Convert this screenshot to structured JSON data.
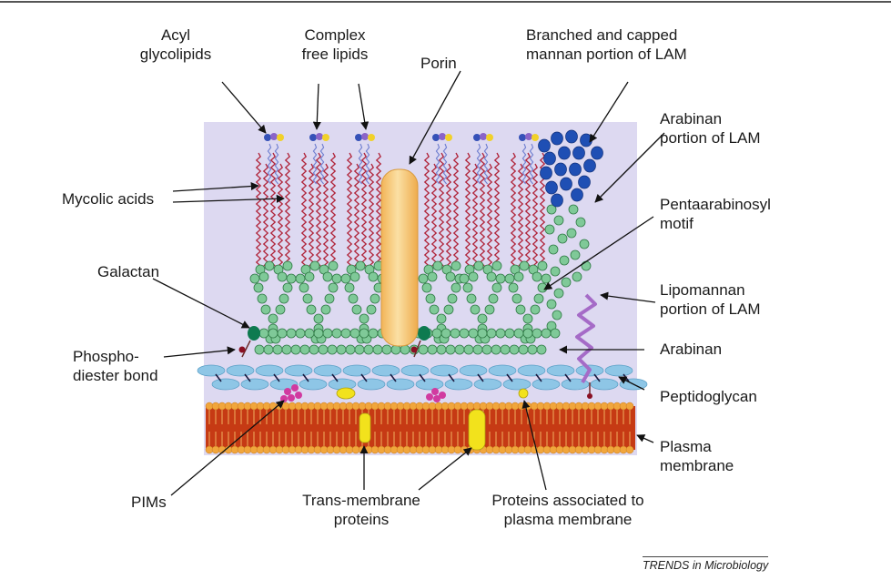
{
  "labels": {
    "acyl_glycolipids": [
      "Acyl",
      "glycolipids"
    ],
    "complex_free_lipids": [
      "Complex",
      "free lipids"
    ],
    "porin": "Porin",
    "branched_mannan": [
      "Branched and capped",
      "mannan portion of LAM"
    ],
    "arabinan_lam": [
      "Arabinan",
      "portion of LAM"
    ],
    "mycolic_acids": "Mycolic acids",
    "pentaarabinosyl": [
      "Pentaarabinosyl",
      "motif"
    ],
    "galactan": "Galactan",
    "lipomannan": [
      "Lipomannan",
      "portion of LAM"
    ],
    "phosphodiester": [
      "Phospho-",
      "diester bond"
    ],
    "arabinan": "Arabinan",
    "peptidoglycan": "Peptidoglycan",
    "plasma_membrane": [
      "Plasma",
      "membrane"
    ],
    "pims": "PIMs",
    "transmembrane": [
      "Trans-membrane",
      "proteins"
    ],
    "proteins_associated": [
      "Proteins associated to",
      "plasma membrane"
    ]
  },
  "source": "TRENDS in Microbiology",
  "colors": {
    "background_panel": "#ddd9f1",
    "mycolic_chain": "#b0243a",
    "arabinogalactan": "#7fc998",
    "arabinogalactan_edge": "#2f7a45",
    "mannan_cap": "#1f4fb4",
    "galactan_anchor": "#0e7a50",
    "phosphodiester": "#8a1024",
    "peptidoglycan": "#8ec6e6",
    "membrane_head": "#f1a63c",
    "membrane_tail": "#c63a14",
    "porin": "#f7c877",
    "protein": "#f2e21c",
    "pims": "#d13aa0",
    "lipomannan": "#a56bc7"
  },
  "icons": [
    "acyl-glycolipid-icon",
    "porin-icon",
    "mannan-cap-icon",
    "lipomannan-icon",
    "pim-icon",
    "membrane-protein-icon"
  ]
}
